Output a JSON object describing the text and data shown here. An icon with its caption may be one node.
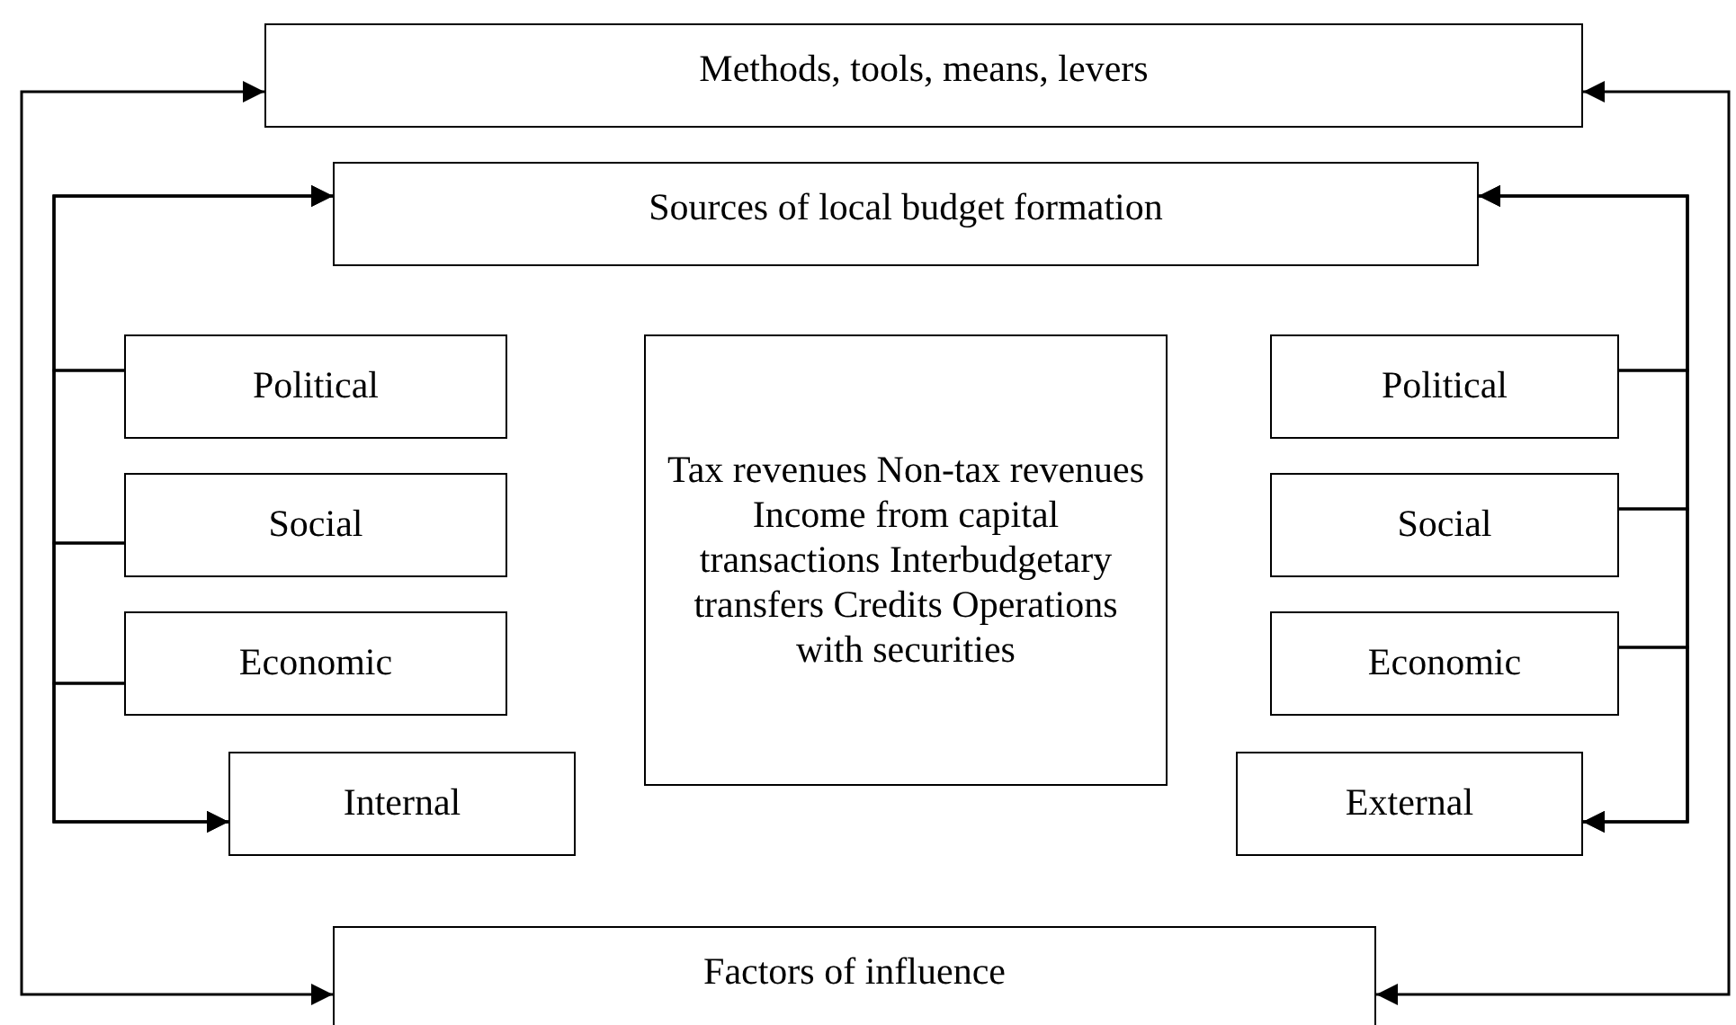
{
  "diagram": {
    "nodes": [
      {
        "text": [
          "Methods, tools, means, levers"
        ]
      },
      {
        "text": [
          "Sources of local budget formation"
        ]
      },
      {
        "text": [
          "Political"
        ]
      },
      {
        "text": [
          "Social"
        ]
      },
      {
        "text": [
          "Economic"
        ]
      },
      {
        "text": [
          "Internal"
        ]
      },
      {
        "text": [
          "Tax revenues Non-tax revenues Income from capital transactions Interbudgetary transfers Credits Operations with securities"
        ]
      },
      {
        "text": [
          "Political"
        ]
      },
      {
        "text": [
          "Social"
        ]
      },
      {
        "text": [
          "Economic"
        ]
      },
      {
        "text": [
          "External"
        ]
      },
      {
        "text": [
          "Factors of influence"
        ]
      }
    ],
    "edges": [
      {
        "from": 0,
        "to": 11,
        "arrow": "both"
      },
      {
        "from": 0,
        "to": 11,
        "arrow": "both"
      },
      {
        "from": 2,
        "to": 1,
        "arrow": "to"
      },
      {
        "from": 3,
        "to": 1,
        "arrow": "to"
      },
      {
        "from": 4,
        "to": 1,
        "arrow": "to"
      },
      {
        "from": 2,
        "to": 5,
        "arrow": "to"
      },
      {
        "from": 3,
        "to": 5,
        "arrow": "to"
      },
      {
        "from": 4,
        "to": 5,
        "arrow": "to"
      },
      {
        "from": 7,
        "to": 1,
        "arrow": "to"
      },
      {
        "from": 8,
        "to": 1,
        "arrow": "to"
      },
      {
        "from": 9,
        "to": 1,
        "arrow": "to"
      },
      {
        "from": 7,
        "to": 10,
        "arrow": "to"
      },
      {
        "from": 8,
        "to": 10,
        "arrow": "to"
      },
      {
        "from": 9,
        "to": 10,
        "arrow": "to"
      }
    ]
  }
}
